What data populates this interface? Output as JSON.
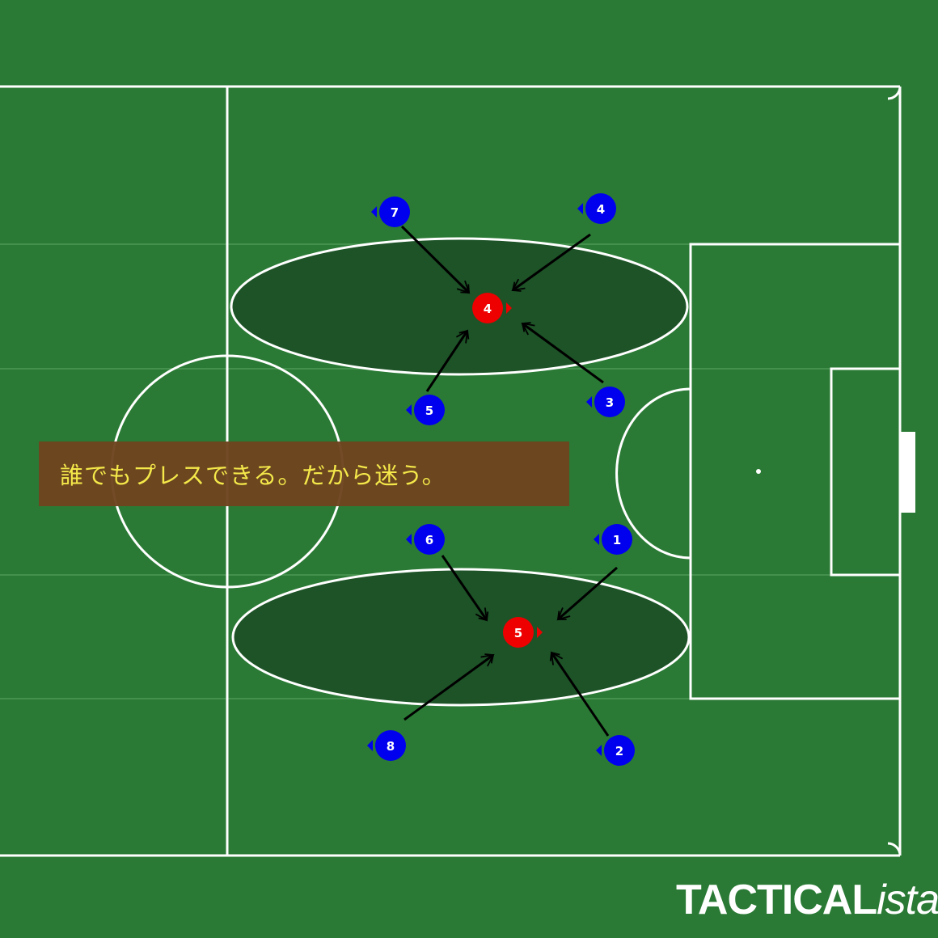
{
  "colors": {
    "grass": "#2a7a35",
    "zone": "#1d5327",
    "line": "#ffffff",
    "team_blue": "#0000ee",
    "team_red": "#ee0000",
    "caption_bg": "#6e441e",
    "caption_text": "#f4e84a",
    "arrow": "#000000"
  },
  "caption": "誰でもプレスできる。だから迷う。",
  "brand": {
    "main": "TACTICAL",
    "suffix": "ista"
  },
  "players": {
    "blue": [
      "7",
      "4",
      "5",
      "3",
      "6",
      "1",
      "8",
      "2"
    ],
    "red": [
      "4",
      "5"
    ]
  }
}
